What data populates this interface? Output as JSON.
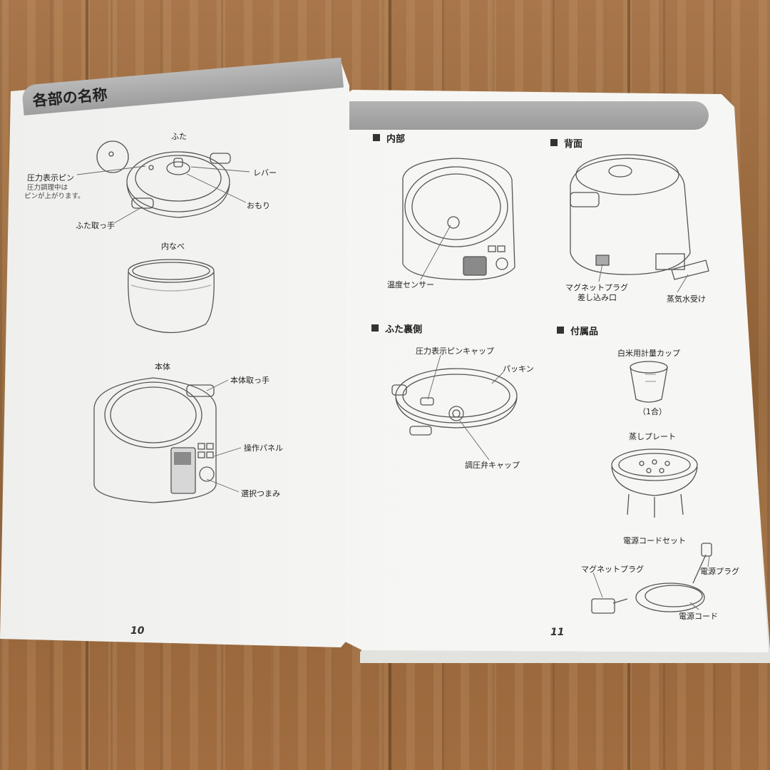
{
  "left_page": {
    "title": "各部の名称",
    "lid_caption": "ふた",
    "lid_labels": {
      "pressure_pin": "圧力表示ピン",
      "pressure_note_1": "圧力調理中は",
      "pressure_note_2": "ピンが上がります。",
      "lever": "レバー",
      "weight": "おもり",
      "lid_handle": "ふた取っ手"
    },
    "inner_pot_caption": "内なべ",
    "body_caption": "本体",
    "body_labels": {
      "body_handle": "本体取っ手",
      "control_panel": "操作パネル",
      "selector_knob": "選択つまみ"
    },
    "page_number": "10"
  },
  "right_page": {
    "inside_header": "内部",
    "inside_labels": {
      "temp_sensor": "温度センサー"
    },
    "back_header": "背面",
    "back_labels": {
      "magnet_plug_1": "マグネットプラグ",
      "magnet_plug_2": "差し込み口",
      "drip_tray": "蒸気水受け"
    },
    "lid_back_header": "ふた裏側",
    "lid_back_labels": {
      "pin_cap": "圧力表示ピンキャップ",
      "packing": "パッキン",
      "valve_cap": "調圧弁キャップ"
    },
    "accessories_header": "付属品",
    "accessories": {
      "cup": "白米用計量カップ",
      "cup_note": "（1合）",
      "steam_plate": "蒸しプレート",
      "cord_set": "電源コードセット",
      "magnet_plug": "マグネットプラグ",
      "power_plug": "電源プラグ",
      "power_cord": "電源コード"
    },
    "page_number": "11"
  }
}
